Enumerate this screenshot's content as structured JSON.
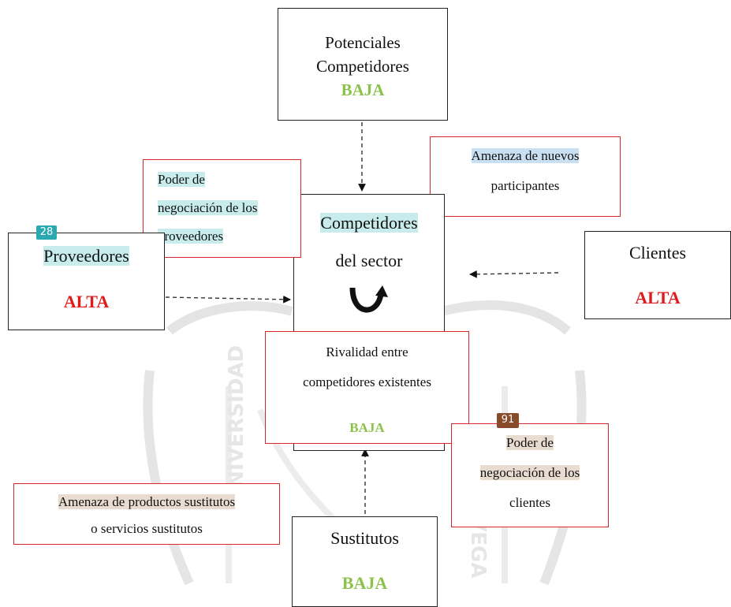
{
  "potenciales": {
    "line1": "Potenciales",
    "line2": "Competidores",
    "level": "BAJA"
  },
  "amenaza_nuevos": {
    "line1": "Amenaza de nuevos",
    "line2": "participantes"
  },
  "poder_proveedores": {
    "line1": "Poder de",
    "line2": "negociación de los",
    "line3": "proveedores"
  },
  "competidores": {
    "line1": "Competidores",
    "line2": "del sector"
  },
  "proveedores": {
    "title": "Proveedores",
    "level": "ALTA",
    "badge": "28"
  },
  "clientes": {
    "title": "Clientes",
    "level": "ALTA"
  },
  "rivalidad": {
    "line1": "Rivalidad entre",
    "line2": "competidores existentes",
    "level": "BAJA"
  },
  "poder_clientes": {
    "badge": "91",
    "line1": "Poder de",
    "line2": "negociación de los",
    "line3": "clientes"
  },
  "amenaza_sustitutos": {
    "line1": "Amenaza de productos sustitutos",
    "line2": "o servicios sustitutos"
  },
  "sustitutos": {
    "title": "Sustitutos",
    "level": "BAJA"
  },
  "colors": {
    "note_border": "#d9262b",
    "high": "#e01b1b",
    "low": "#8bc34a",
    "badge_teal": "#2aa9b0",
    "badge_brown": "#8a4a2c"
  }
}
